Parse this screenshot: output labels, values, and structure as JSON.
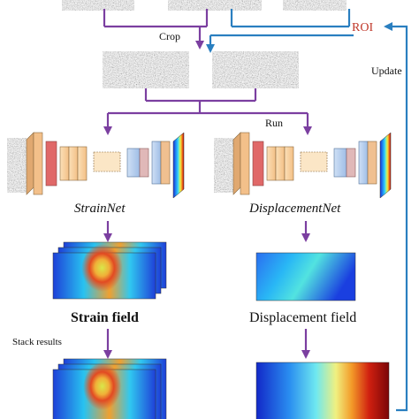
{
  "labels": {
    "crop": "Crop",
    "roi": "ROI",
    "update": "Update",
    "run": "Run",
    "strain_net": "StrainNet",
    "displacement_net": "DisplacementNet",
    "strain_field": "Strain field",
    "displacement_field": "Displacement field",
    "stack_results": "Stack results"
  },
  "colors": {
    "purple_arrow": "#7b3fa0",
    "blue_arrow": "#2a7fc0",
    "roi_text": "#c0392b"
  },
  "icons": {
    "speckle": "speckle-pattern-image",
    "network": "cnn-architecture-icon",
    "heatmap": "jet-colormap-field"
  }
}
